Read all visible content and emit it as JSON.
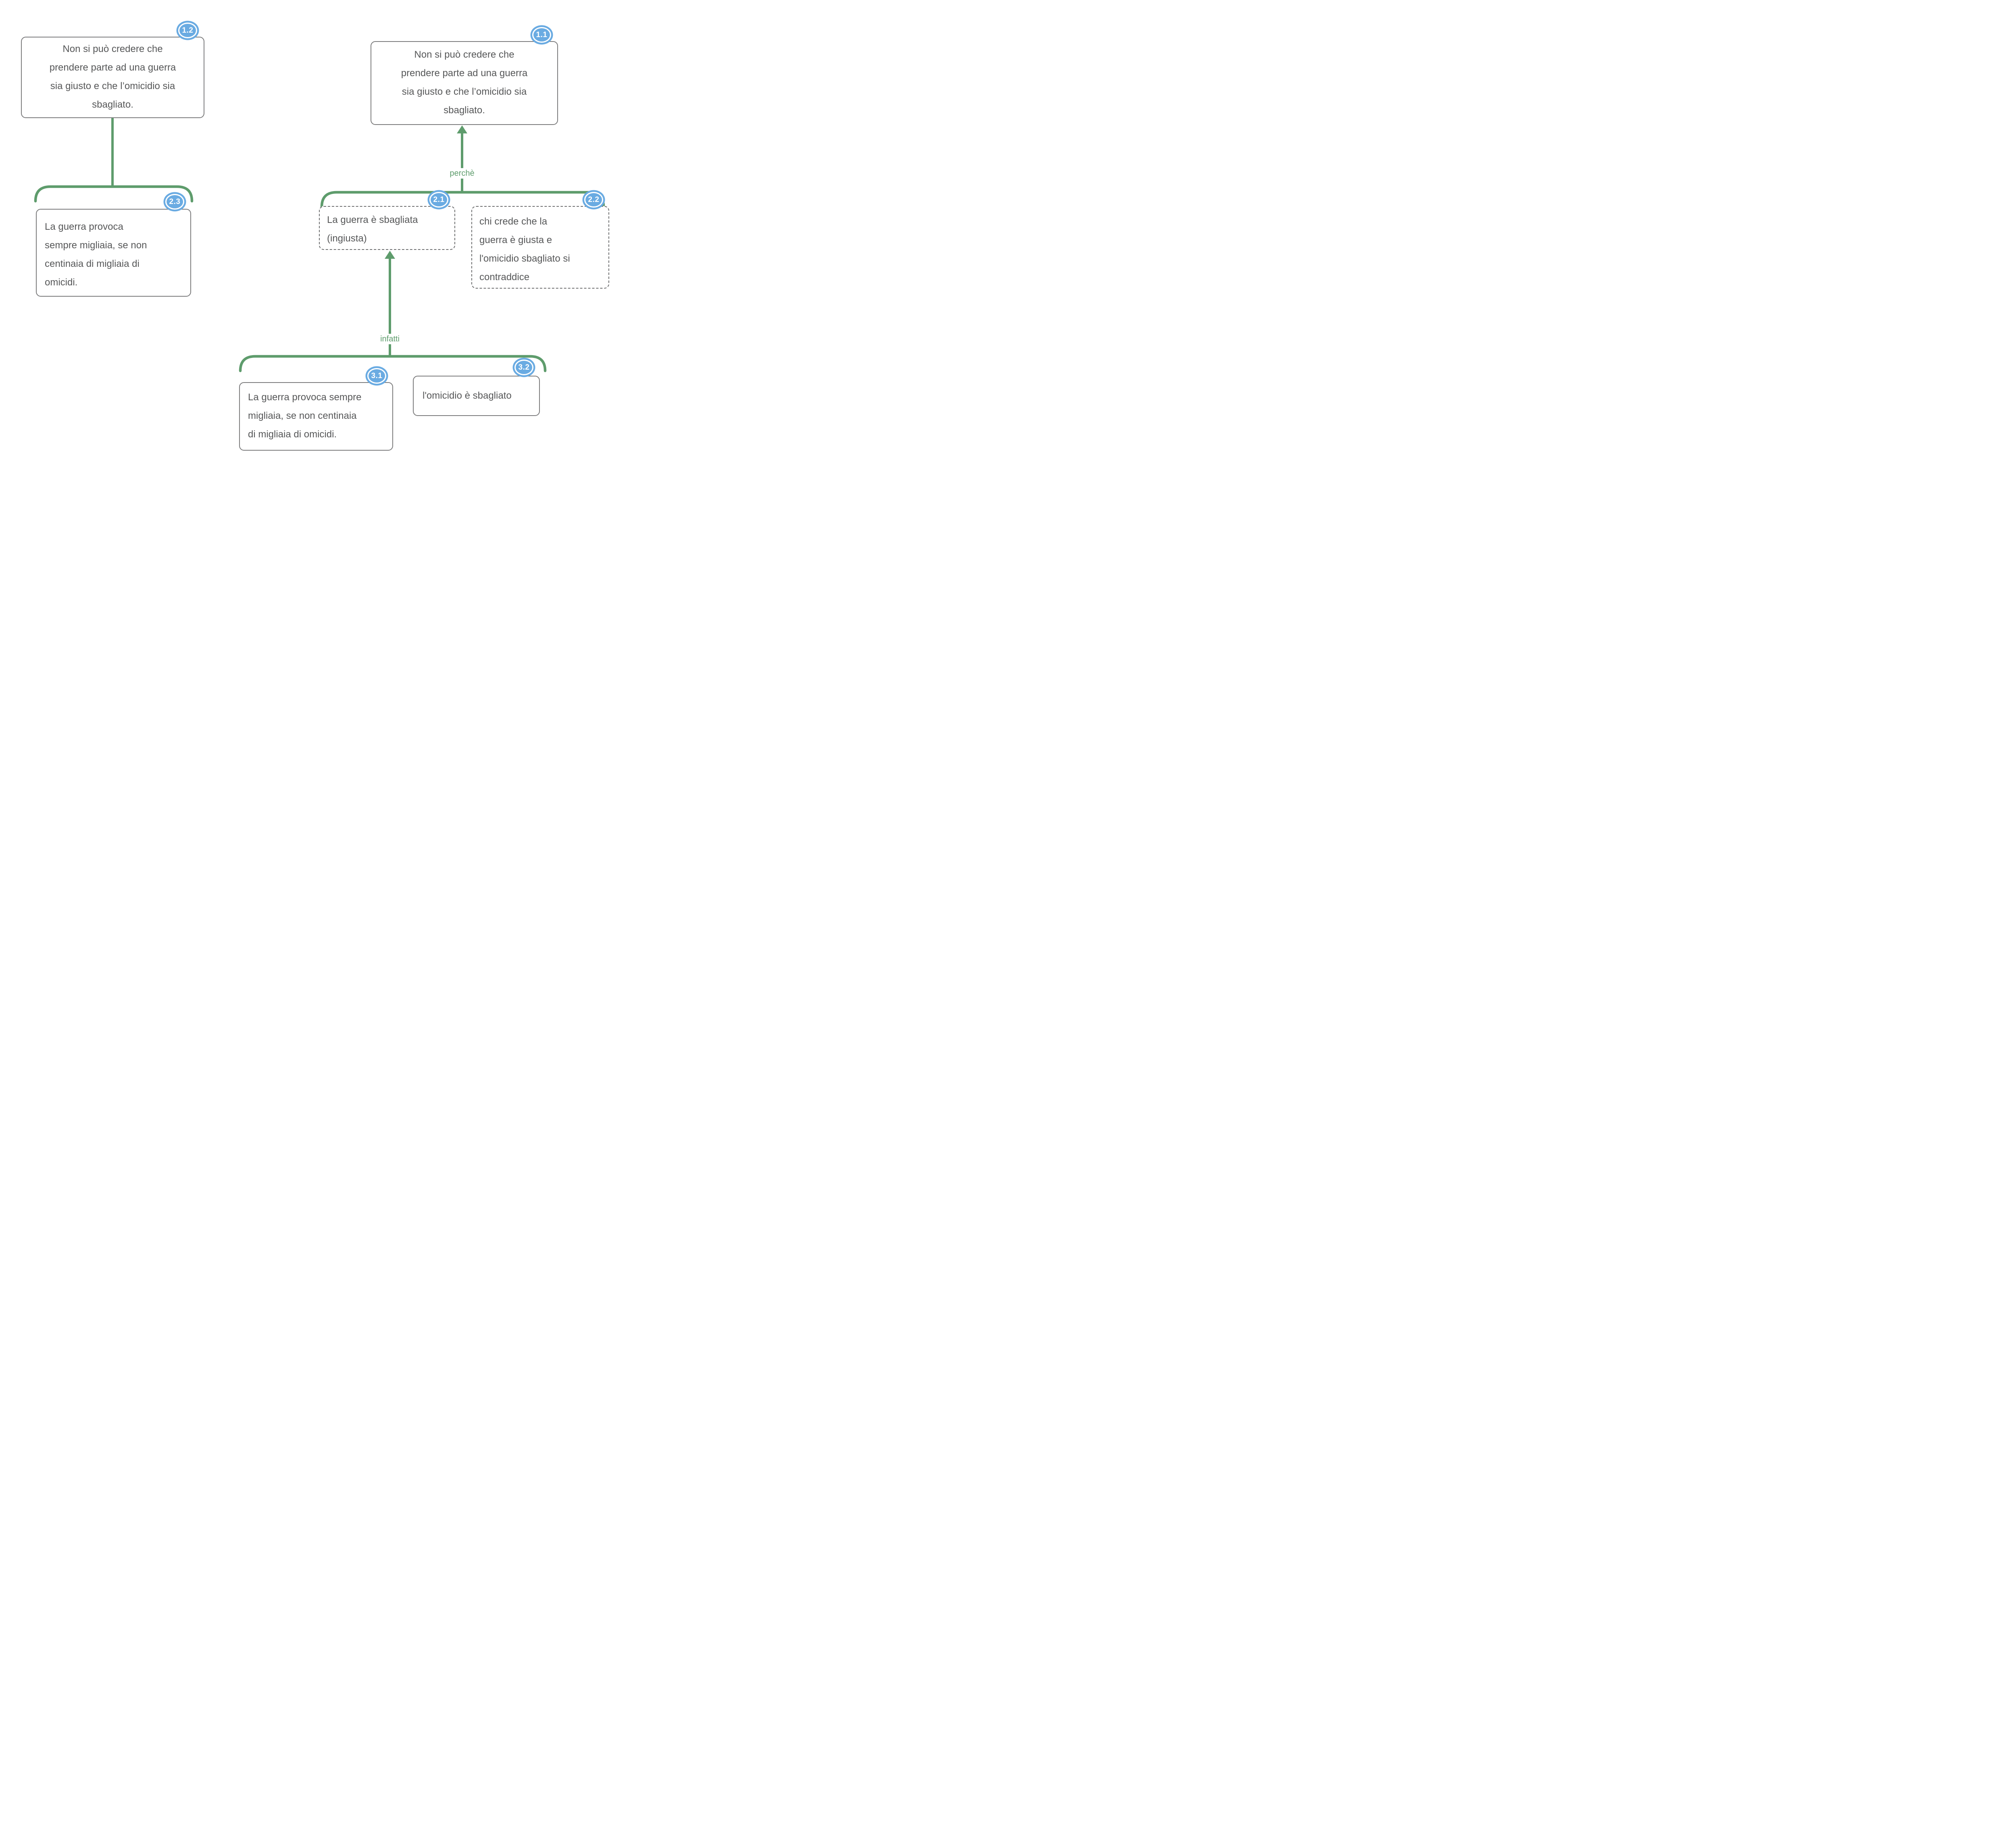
{
  "colors": {
    "connector_green": "#5e9c6c",
    "badge_blue": "#6aabe2",
    "box_border_gray": "#7c7c7d",
    "text_gray": "#565758"
  },
  "nodes": {
    "n12": {
      "id": "1.2",
      "text": "Non si può credere che\nprendere parte ad una guerra\nsia giusto e che l’omicidio sia\nsbagliato."
    },
    "n23": {
      "id": "2.3",
      "text": "La guerra provoca\nsempre migliaia, se non\ncentinaia di migliaia di\nomicidi."
    },
    "n11": {
      "id": "1.1",
      "text": "Non si può credere che\nprendere parte ad una guerra\nsia giusto e che l’omicidio sia\nsbagliato."
    },
    "n21": {
      "id": "2.1",
      "text": "La guerra è sbagliata\n(ingiusta)"
    },
    "n22": {
      "id": "2.2",
      "text": "chi crede che la\nguerra è giusta e\nl'omicidio sbagliato si\ncontraddice"
    },
    "n31": {
      "id": "3.1",
      "text": "La guerra provoca sempre\nmigliaia, se non centinaia\ndi migliaia di omicidi."
    },
    "n32": {
      "id": "3.2",
      "text": "l'omicidio è sbagliato"
    }
  },
  "edges": {
    "perche": {
      "label": "perchè"
    },
    "infatti": {
      "label": "infatti"
    }
  }
}
